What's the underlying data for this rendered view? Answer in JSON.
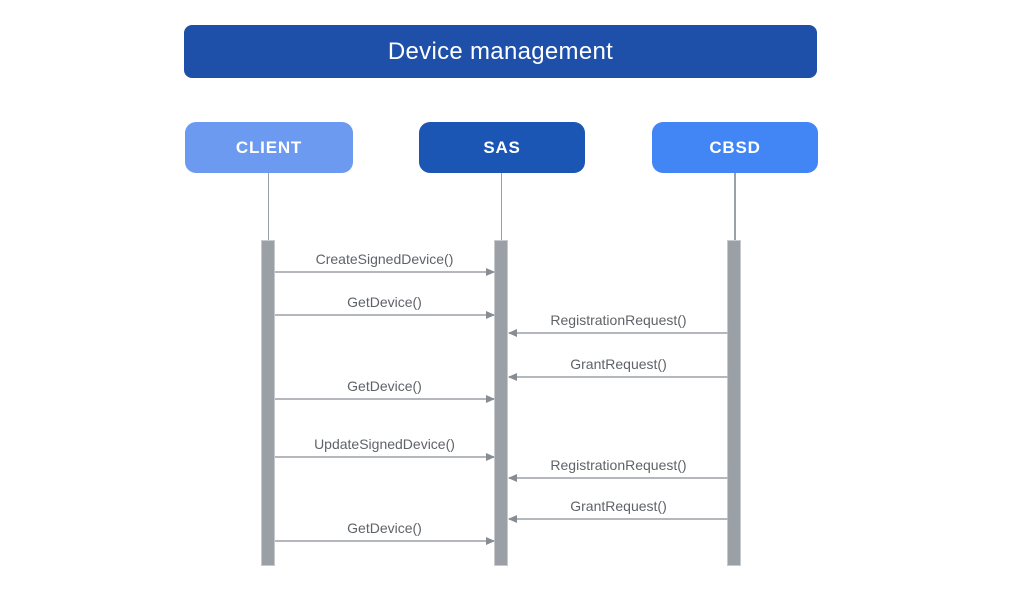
{
  "title": "Device management",
  "diagram_type": "sequence-diagram",
  "colors": {
    "background": "#ffffff",
    "title_bg": "#1e50aa",
    "client_bg": "#6b9af0",
    "sas_bg": "#1b56b4",
    "cbsd_bg": "#4285f4",
    "text_on_blue": "#ffffff",
    "lifeline": "#9aa0a6",
    "activation_bar": "#9aa0a6",
    "message_line": "#b4b8bc",
    "arrowhead": "#878d92",
    "message_text": "#5f6368"
  },
  "actors": [
    {
      "id": "client",
      "label": "CLIENT"
    },
    {
      "id": "sas",
      "label": "SAS"
    },
    {
      "id": "cbsd",
      "label": "CBSD"
    }
  ],
  "messages": [
    {
      "label": "CreateSignedDevice()",
      "from": "CLIENT",
      "to": "SAS"
    },
    {
      "label": "GetDevice()",
      "from": "CLIENT",
      "to": "SAS"
    },
    {
      "label": "RegistrationRequest()",
      "from": "CBSD",
      "to": "SAS"
    },
    {
      "label": "GrantRequest()",
      "from": "CBSD",
      "to": "SAS"
    },
    {
      "label": "GetDevice()",
      "from": "CLIENT",
      "to": "SAS"
    },
    {
      "label": "UpdateSignedDevice()",
      "from": "CLIENT",
      "to": "SAS"
    },
    {
      "label": "RegistrationRequest()",
      "from": "CBSD",
      "to": "SAS"
    },
    {
      "label": "GrantRequest()",
      "from": "CBSD",
      "to": "SAS"
    },
    {
      "label": "GetDevice()",
      "from": "CLIENT",
      "to": "SAS"
    }
  ]
}
